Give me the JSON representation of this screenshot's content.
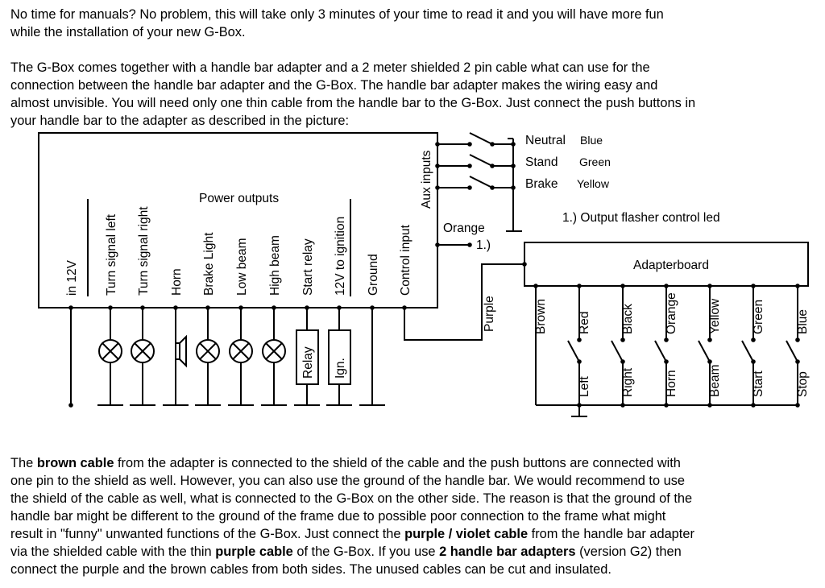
{
  "intro": [
    [
      {
        "t": "No time for manuals?  No problem, this will take only 3 minutes of your time to read it and you will have more fun"
      }
    ],
    [
      {
        "t": "while the installation of your new G-Box."
      }
    ]
  ],
  "description": [
    [
      {
        "t": "The G-Box comes together with a handle bar adapter and a 2 meter shielded 2 pin cable what can use for the"
      }
    ],
    [
      {
        "t": "connection between the handle bar adapter and the G-Box. The handle bar adapter makes the wiring easy and"
      }
    ],
    [
      {
        "t": "almost unvisible. You will need only one thin cable from the handle bar to the G-Box. Just connect the push buttons in"
      }
    ],
    [
      {
        "t": "your handle bar to the adapter as described in the picture:"
      }
    ]
  ],
  "conclusion": [
    [
      {
        "t": "The "
      },
      {
        "t": "brown cable",
        "b": true
      },
      {
        "t": " from the adapter is connected to the shield of the cable and the push buttons are connected with"
      }
    ],
    [
      {
        "t": "one pin to the shield as well. However, you can also use the ground of the handle bar. We would recommend to use"
      }
    ],
    [
      {
        "t": "the shield of the cable as well, what is connected to the G-Box on the other side. The reason is that the ground of the"
      }
    ],
    [
      {
        "t": "handle bar might be different to the ground of the frame due to possible poor connection to the frame what might"
      }
    ],
    [
      {
        "t": "result in \"funny\" unwanted functions of the G-Box. Just connect the "
      },
      {
        "t": "purple / violet cable",
        "b": true
      },
      {
        "t": " from the handle bar adapter"
      }
    ],
    [
      {
        "t": "via the shielded cable with the thin "
      },
      {
        "t": "purple cable",
        "b": true
      },
      {
        "t": " of the G-Box. If you use "
      },
      {
        "t": "2 handle bar adapters",
        "b": true
      },
      {
        "t": " (version G2) then"
      }
    ],
    [
      {
        "t": "connect the purple and the brown cables from both sides. The unused cables can be cut and insulated."
      }
    ]
  ],
  "diagram": {
    "power_outputs_label": "Power outputs",
    "aux_inputs_label": "Aux inputs",
    "pins": [
      {
        "label": "in 12V",
        "load": "none"
      },
      {
        "label": "Turn signal left",
        "load": "lamp"
      },
      {
        "label": "Turn signal right",
        "load": "lamp"
      },
      {
        "label": "Horn",
        "load": "horn"
      },
      {
        "label": "Brake Light",
        "load": "lamp"
      },
      {
        "label": "Low beam",
        "load": "lamp"
      },
      {
        "label": "High beam",
        "load": "lamp"
      },
      {
        "label": "Start relay",
        "load": "box",
        "box_label": "Relay"
      },
      {
        "label": "12V to ignition",
        "load": "box",
        "box_label": "Ign."
      },
      {
        "label": "Ground",
        "load": "ground"
      },
      {
        "label": "Control input",
        "load": "control"
      }
    ],
    "aux_switches": [
      {
        "name": "Neutral",
        "color": "Blue"
      },
      {
        "name": "Stand",
        "color": "Green"
      },
      {
        "name": "Brake",
        "color": "Yellow"
      }
    ],
    "orange_label": "Orange",
    "orange_ref": "1.)",
    "footnote": "1.) Output flasher control led",
    "purple_label": "Purple",
    "adapter_label": "Adapterboard",
    "adapter_wires": [
      {
        "color": "Brown",
        "button": ""
      },
      {
        "color": "Red",
        "button": "Left"
      },
      {
        "color": "Black",
        "button": "Right"
      },
      {
        "color": "Orange",
        "button": "Horn"
      },
      {
        "color": "Yellow",
        "button": "Beam"
      },
      {
        "color": "Green",
        "button": "Start"
      },
      {
        "color": "Blue",
        "button": "Stop"
      }
    ]
  }
}
